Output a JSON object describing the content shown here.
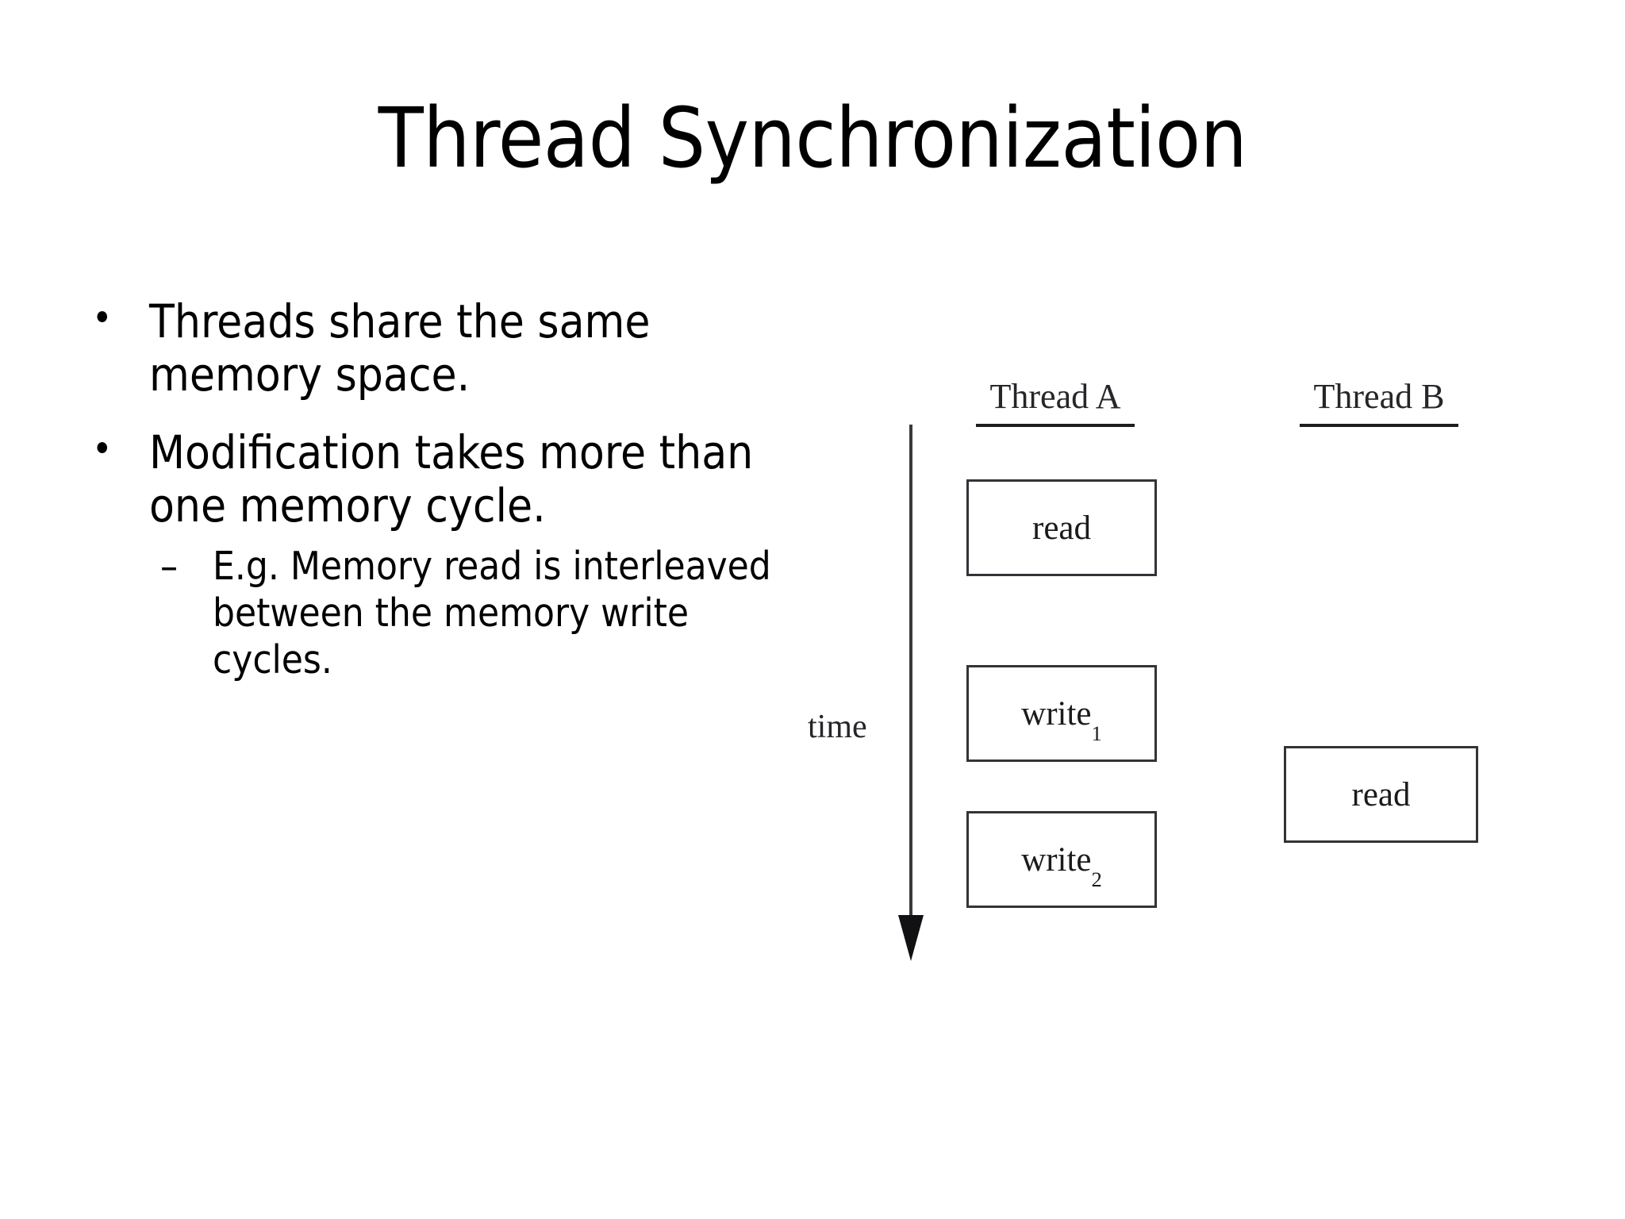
{
  "slide": {
    "title": "Thread Synchronization",
    "background_color": "#ffffff",
    "text_color": "#000000"
  },
  "bullets": [
    {
      "marker": "•",
      "text": "Threads share the same memory space.",
      "sub": []
    },
    {
      "marker": "•",
      "text": "Modification takes more than one memory cycle.",
      "sub": [
        {
          "marker": "–",
          "text": "E.g. Memory read is interleaved between the memory write cycles."
        }
      ]
    }
  ],
  "diagram": {
    "time_axis_label": "time",
    "columns": [
      {
        "id": "thread-a",
        "label": "Thread A",
        "boxes": [
          {
            "id": "a-read",
            "base": "read",
            "sub": ""
          },
          {
            "id": "a-write1",
            "base": "write",
            "sub": "1"
          },
          {
            "id": "a-write2",
            "base": "write",
            "sub": "2"
          }
        ]
      },
      {
        "id": "thread-b",
        "label": "Thread B",
        "boxes": [
          {
            "id": "b-read",
            "base": "read",
            "sub": ""
          }
        ]
      }
    ],
    "colors": {
      "box_border": "#333338",
      "rule": "#1d1d20",
      "arrow": "#111114",
      "text": "#1b1b1e"
    }
  }
}
